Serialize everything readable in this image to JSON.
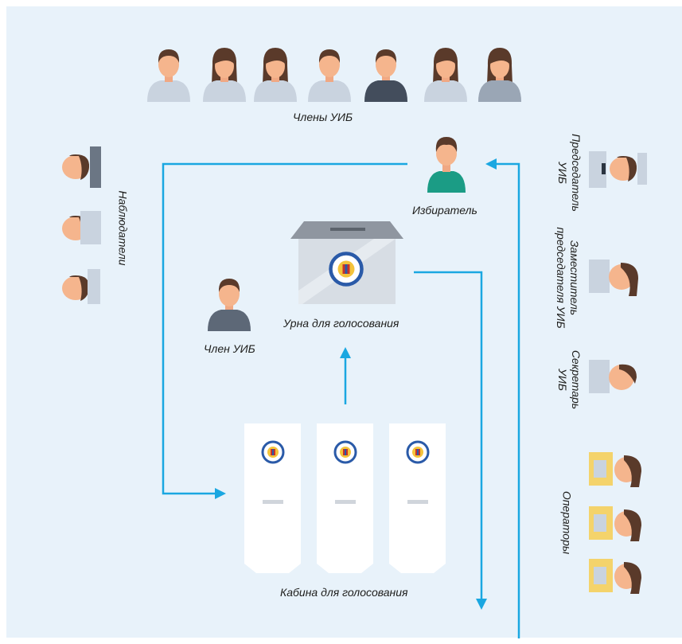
{
  "labels": {
    "members": "Члены УИБ",
    "voter": "Избиратель",
    "ballot_box": "Урна для голосования",
    "member": "Член УИБ",
    "booth": "Кабина для голосования",
    "observers": "Наблюдатели",
    "chairman_line1": "Председатель",
    "chairman_line2": "УИБ",
    "deputy_line1": "Заместитель",
    "deputy_line2": "председателя УИБ",
    "secretary_line1": "Секретарь",
    "secretary_line2": "УИБ",
    "operators": "Операторы"
  },
  "colors": {
    "background": "#e8f2fa",
    "arrow": "#1aa7e1",
    "skin": "#f5b58d",
    "hair_dark": "#5a3a2a",
    "suit_gray": "#7c8897",
    "shirt_light": "#c9d3df",
    "voter_shirt": "#1b9c85",
    "operator_yellow": "#f4d36b",
    "box_gray": "#8f96a0"
  },
  "icons": {
    "members": [
      "man-suit-icon",
      "woman-icon",
      "woman-icon",
      "man-shirt-icon",
      "man-dark-suit-icon",
      "woman-icon",
      "woman-gray-icon"
    ],
    "voter": "voter-icon",
    "member": "member-man-icon",
    "observers": [
      "observer-icon",
      "observer-icon",
      "observer-icon"
    ],
    "chairman": "chairman-icon",
    "deputy": "deputy-icon",
    "secretary": "secretary-icon",
    "operators": [
      "operator-icon",
      "operator-icon",
      "operator-icon"
    ],
    "booth_emblem": "moldova-emblem-icon"
  }
}
